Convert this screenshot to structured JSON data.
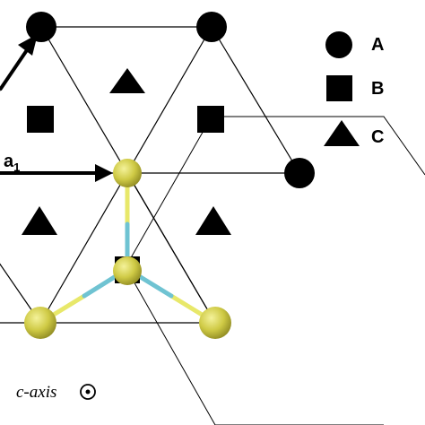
{
  "legend": {
    "items": [
      {
        "shape": "circle",
        "label": "A"
      },
      {
        "shape": "square",
        "label": "B"
      },
      {
        "shape": "triangle",
        "label": "C"
      }
    ]
  },
  "vector": {
    "symbol": "a",
    "subscript": "1"
  },
  "axis_note": {
    "text": "c-axis",
    "symbol": "⊙"
  },
  "colors": {
    "atom_fill": "#000000",
    "yellow_atom": "#c2bd3a",
    "yellow_atom_light": "#ecea8a",
    "bond_yellow": "#e8e86a",
    "bond_cyan": "#6fc3d2",
    "line": "#000000"
  }
}
